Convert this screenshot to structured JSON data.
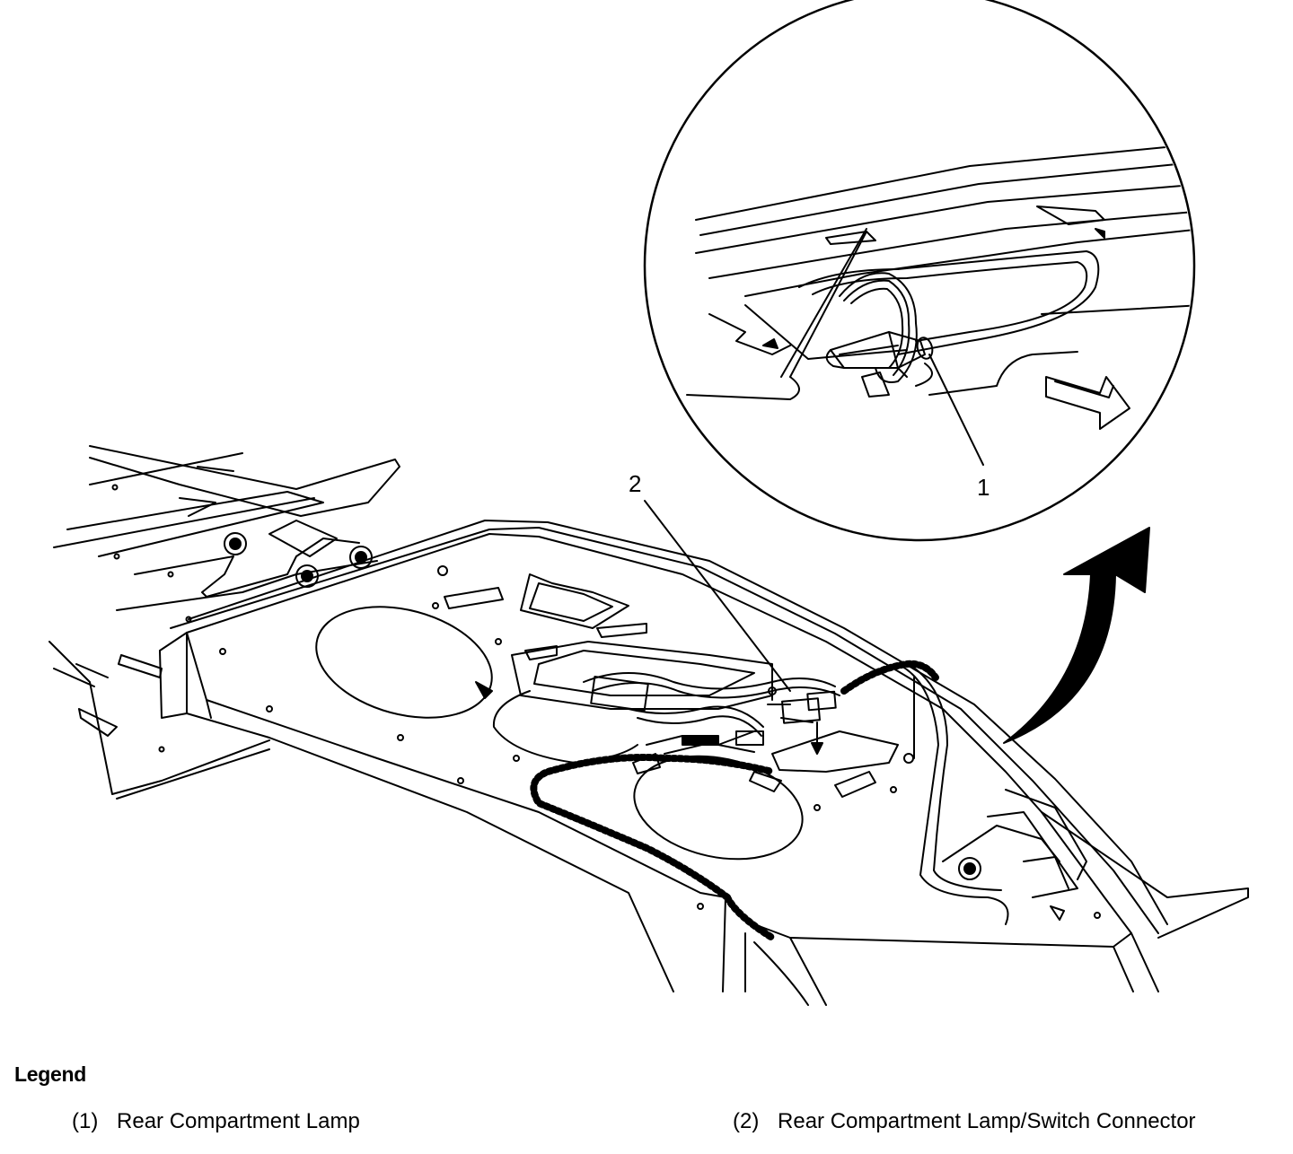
{
  "callouts": {
    "one": "1",
    "two": "2"
  },
  "legend": {
    "title": "Legend",
    "items": [
      {
        "num": "(1)",
        "label": "Rear Compartment Lamp"
      },
      {
        "num": "(2)",
        "label": "Rear Compartment Lamp/Switch Connector"
      }
    ]
  },
  "colors": {
    "line": "#000000",
    "background": "#ffffff"
  }
}
